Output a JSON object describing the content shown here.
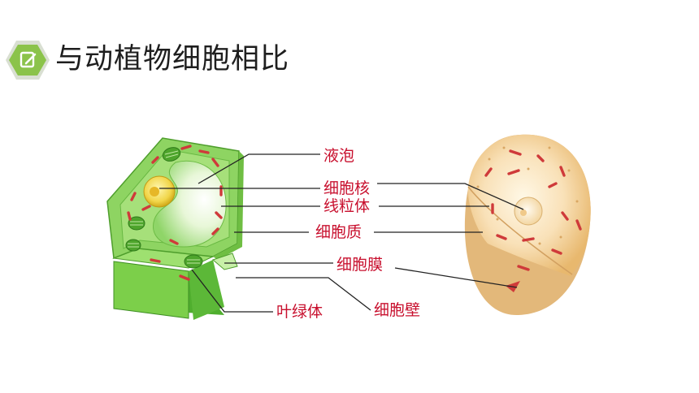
{
  "header": {
    "icon": "edit-note-icon",
    "title": "与动植物细胞相比"
  },
  "labels": {
    "vacuole": "液泡",
    "nucleus": "细胞核",
    "mitochondria": "线粒体",
    "cytoplasm": "细胞质",
    "membrane": "细胞膜",
    "chloroplast": "叶绿体",
    "cell_wall": "细胞壁"
  },
  "colors": {
    "accent_green": "#8bc34a",
    "label_red": "#c8102e",
    "leader_line": "#222222",
    "plant_cell": "#86d35f",
    "animal_cell": "#f3d4a0"
  }
}
